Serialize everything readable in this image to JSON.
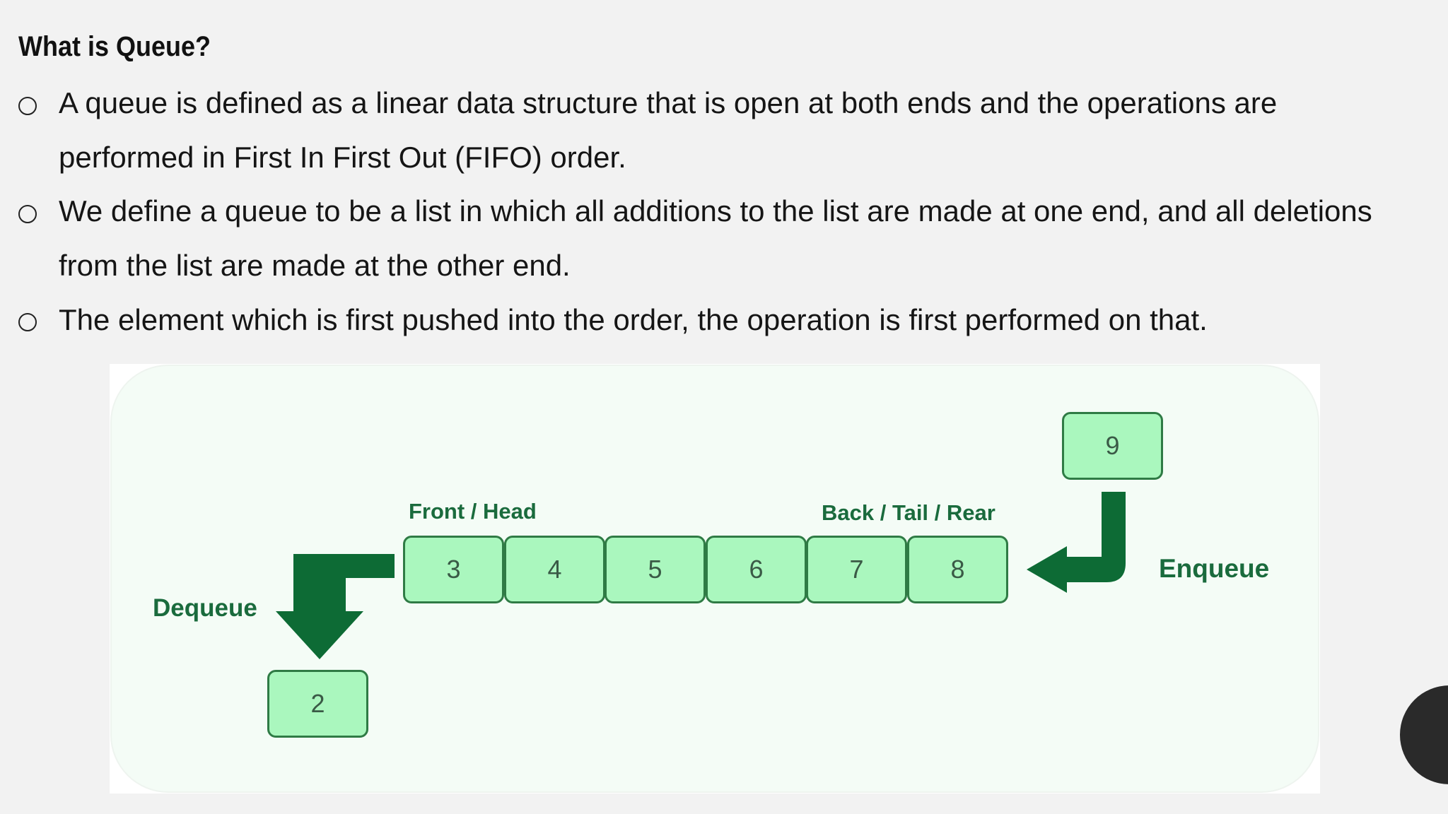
{
  "title": "What is Queue?",
  "bullets": [
    {
      "lines": [
        "A queue is defined as a linear data structure that is open at both ends and the operations are",
        "performed in First In First Out (FIFO) order."
      ]
    },
    {
      "lines": [
        "We define a queue to be a list in which all additions to the list are made at one end, and all deletions",
        "from the list are made at the other end."
      ]
    },
    {
      "lines": [
        "The element which is first pushed into the order, the operation is first performed on that."
      ]
    }
  ],
  "diagram": {
    "front_label": "Front / Head",
    "back_label": "Back / Tail / Rear",
    "dequeue_label": "Dequeue",
    "enqueue_label": "Enqueue",
    "queue_items": [
      "3",
      "4",
      "5",
      "6",
      "7",
      "8"
    ],
    "incoming_item": "9",
    "removed_item": "2",
    "colors": {
      "cell_fill": "#aaf7be",
      "cell_border": "#2f7b45",
      "arrow": "#0d6b35",
      "label": "#1a6b3d"
    }
  }
}
